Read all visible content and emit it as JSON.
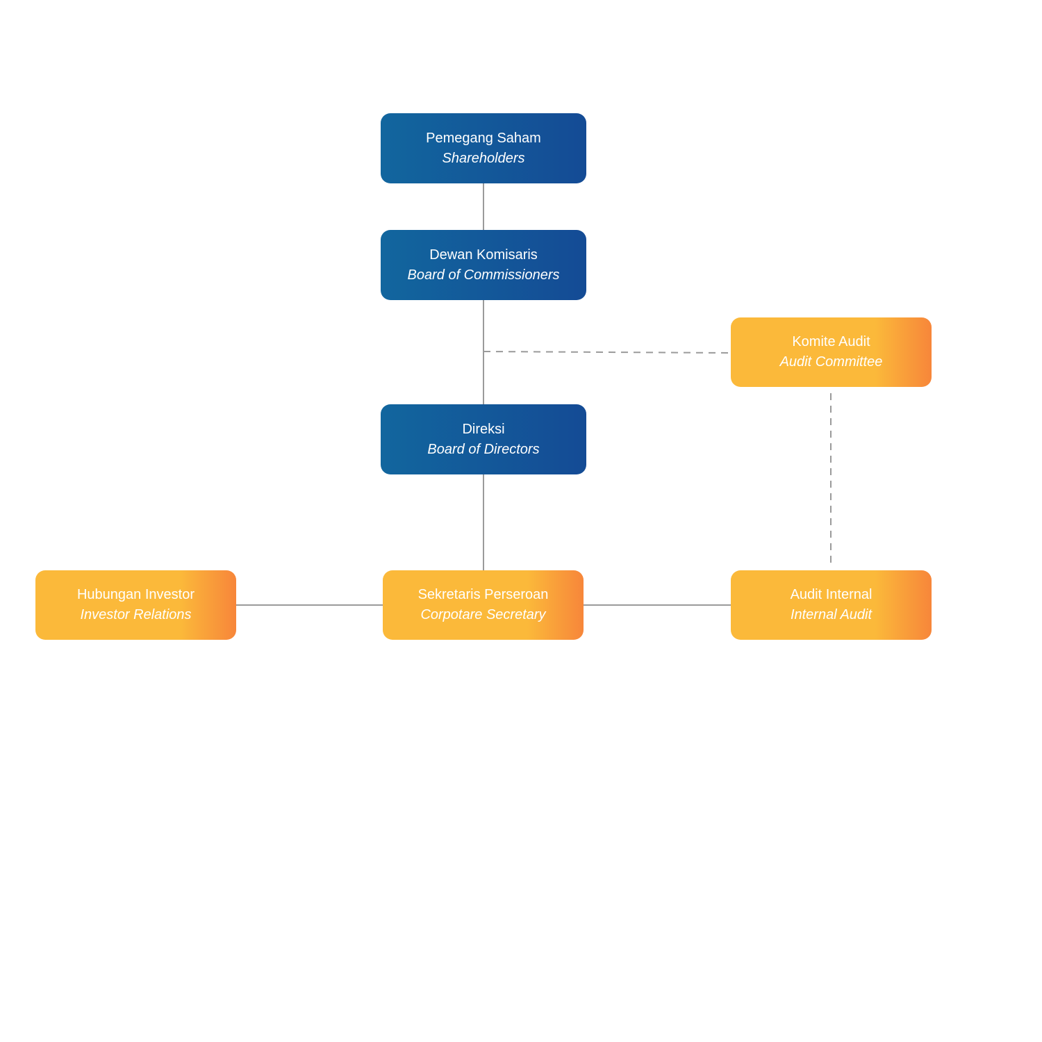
{
  "nodes": {
    "shareholders": {
      "title": "Pemegang Saham",
      "subtitle": "Shareholders"
    },
    "commissioners": {
      "title": "Dewan Komisaris",
      "subtitle": "Board of Commissioners"
    },
    "directors": {
      "title": "Direksi",
      "subtitle": "Board of Directors"
    },
    "audit_committee": {
      "title": "Komite Audit",
      "subtitle": "Audit Committee"
    },
    "investor": {
      "title": "Hubungan Investor",
      "subtitle": "Investor Relations"
    },
    "secretary": {
      "title": "Sekretaris Perseroan",
      "subtitle": "Corpotare Secretary"
    },
    "internal_audit": {
      "title": "Audit Internal",
      "subtitle": "Internal Audit"
    }
  },
  "colors": {
    "blue_start": "#12669e",
    "blue_end": "#144b95",
    "orange_start": "#fbb93a",
    "orange_end": "#f7863a",
    "line": "#9a9a9a"
  }
}
